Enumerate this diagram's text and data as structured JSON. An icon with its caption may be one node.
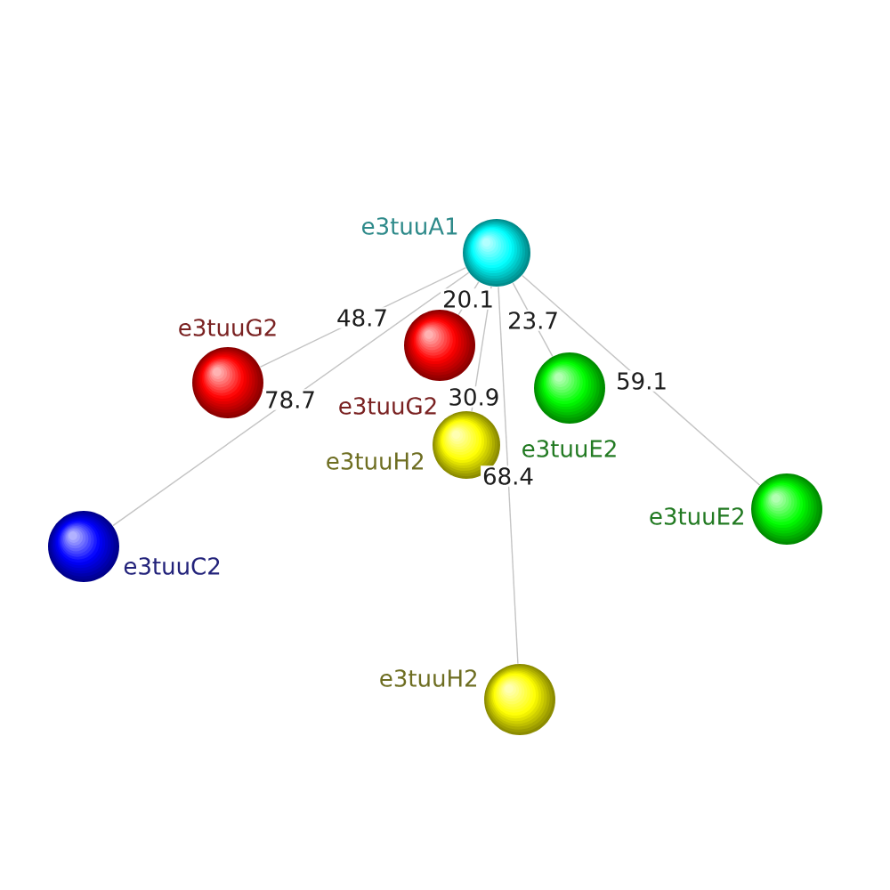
{
  "diagram": {
    "nodes": [
      {
        "text": [
          "e3tuuA1"
        ]
      },
      {
        "text": [
          "e3tuuG2"
        ]
      },
      {
        "text": [
          "e3tuuG2"
        ]
      },
      {
        "text": [
          "e3tuuE2"
        ]
      },
      {
        "text": [
          "e3tuuH2"
        ]
      },
      {
        "text": [
          "e3tuuE2"
        ]
      },
      {
        "text": [
          "e3tuuC2"
        ]
      },
      {
        "text": [
          "e3tuuH2"
        ]
      }
    ],
    "edges": [
      {
        "from": 0,
        "to": 1,
        "arrow": "none",
        "label": "20.1"
      },
      {
        "from": 0,
        "to": 2,
        "arrow": "none",
        "label": "48.7"
      },
      {
        "from": 0,
        "to": 3,
        "arrow": "none",
        "label": "23.7"
      },
      {
        "from": 0,
        "to": 4,
        "arrow": "none",
        "label": "30.9"
      },
      {
        "from": 0,
        "to": 5,
        "arrow": "none",
        "label": "59.1"
      },
      {
        "from": 0,
        "to": 6,
        "arrow": "none",
        "label": "78.7"
      },
      {
        "from": 0,
        "to": 7,
        "arrow": "none",
        "label": "68.4"
      }
    ]
  }
}
